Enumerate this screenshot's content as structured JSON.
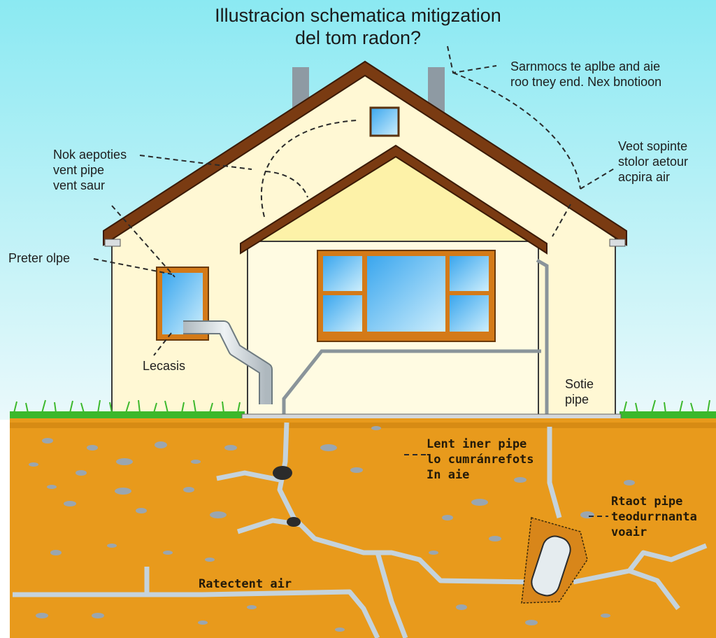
{
  "diagram": {
    "title": "Illustracion schematica mitigzation\ndel tom radon?",
    "colors": {
      "sky_top": "#8eeaf0",
      "sky_bottom": "#e6f8fa",
      "wall": "#fff8d4",
      "gable": "#fdf2a8",
      "roof": "#7a3b12",
      "window_frame": "#c66a14",
      "glass": "#7fcaf3",
      "grass": "#3cb82b",
      "soil": "#e89a1c",
      "pipe": "#c8d2d8",
      "crack": "#c5d3dc",
      "slab": "#d4d8db"
    },
    "labels": {
      "top_right": "Sarnmocs te aplbe and aie\nroo tney end. Nex bnotioon",
      "upper_left": "Nok aepoties\nvent pipe\nvent saur",
      "right_vent": "Veot sopinte\nstolor aetour\nacpira air",
      "left_window": "Preter olpe",
      "pipe_left": "Lecasis",
      "side_pipe": "Sotie\npipe",
      "soil_center": "Lent iner pipe\nlo cumránrefots\nIn aie",
      "soil_right": "Rtaot pipe\nteodurrnanta\nvoair",
      "soil_bottom": "Ratectent air"
    }
  }
}
